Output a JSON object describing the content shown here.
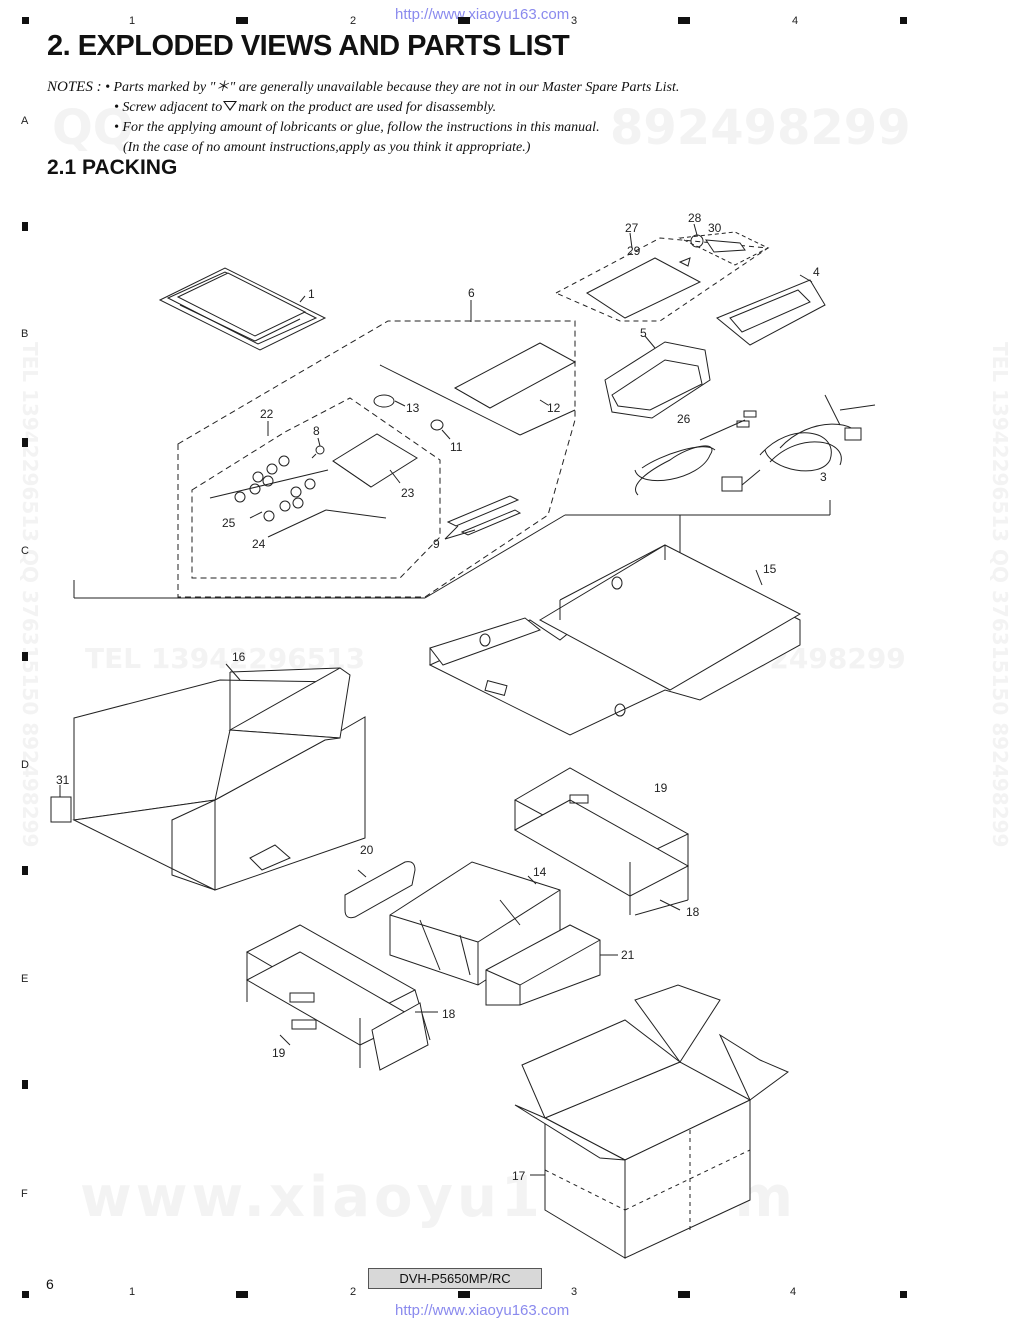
{
  "header_url": "http://www.xiaoyu163.com",
  "footer_url": "http://www.xiaoyu163.com",
  "grid": {
    "columns": [
      "1",
      "2",
      "3",
      "4"
    ],
    "rows": [
      "A",
      "B",
      "C",
      "D",
      "E",
      "F"
    ]
  },
  "title": "2. EXPLODED VIEWS AND PARTS LIST",
  "notes": {
    "prefix": "NOTES :",
    "line1": "• Parts marked by  \"＊\"  are generally unavailable because they are not in our Master Spare Parts List.",
    "line2a": "• Screw adjacent to",
    "line2b": "mark on the product are used for disassembly.",
    "line3": "• For the applying amount of lobricants or glue, follow the instructions in this manual.",
    "line4": "(In the case of no amount instructions,apply as you think it appropriate.)"
  },
  "section_title": "2.1  PACKING",
  "watermarks": {
    "qq_top": "QQ",
    "num_top": "892498299",
    "tel_row": "TEL   13942296513",
    "qq_row": "QQ   376315150  892498299",
    "bottom": "www.xiaoyu163.com",
    "side": "TEL 13942296513  QQ 376315150  892498299"
  },
  "callouts": [
    "1",
    "3",
    "4",
    "5",
    "6",
    "8",
    "9",
    "11",
    "12",
    "13",
    "14",
    "15",
    "16",
    "17",
    "18",
    "18",
    "19",
    "19",
    "20",
    "21",
    "22",
    "23",
    "24",
    "25",
    "26",
    "27",
    "28",
    "29",
    "30",
    "31"
  ],
  "page_number": "6",
  "model": "DVH-P5650MP/RC"
}
